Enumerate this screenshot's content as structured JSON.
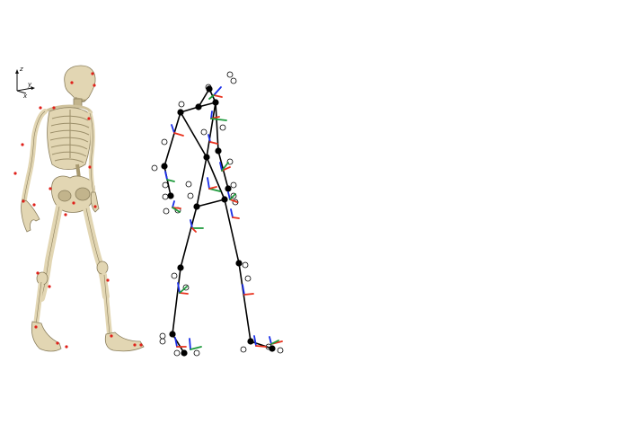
{
  "figure": {
    "axis_triad": {
      "z_label": "z",
      "y_label": "y",
      "x_label": "x"
    },
    "colors": {
      "background": "#ffffff",
      "bone": "#e2d6b3",
      "bone_outline": "#8a7e5c",
      "bone_shadow": "#c2b48c",
      "marker": "#e0201a",
      "segment_line": "#000000",
      "joint": "#000000",
      "frame_x": "#e8301c",
      "frame_y": "#1e9a3c",
      "frame_z": "#1a2ee8",
      "open_marker": "#000000"
    }
  }
}
